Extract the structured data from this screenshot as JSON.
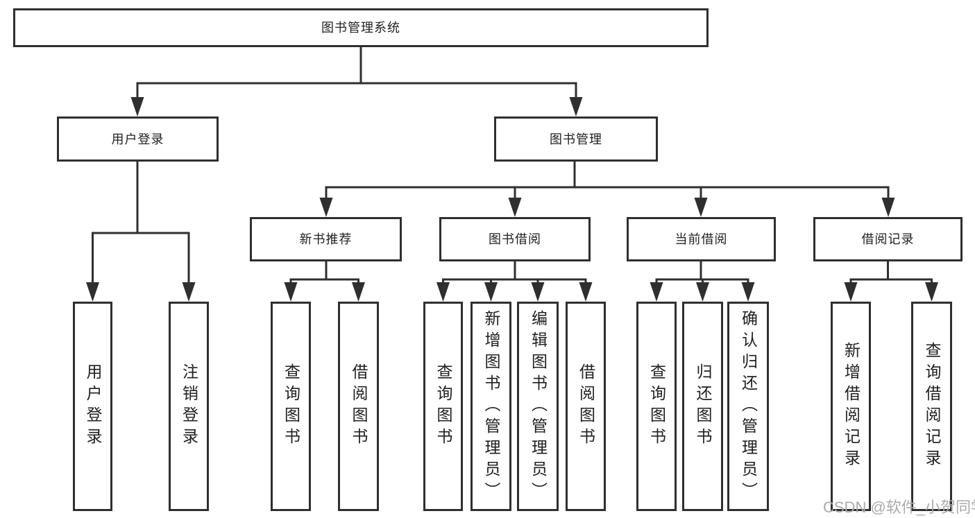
{
  "diagram": {
    "title": "图书管理系统",
    "level2": [
      {
        "label": "用户登录"
      },
      {
        "label": "图书管理"
      }
    ],
    "level3": [
      {
        "label": "新书推荐"
      },
      {
        "label": "图书借阅"
      },
      {
        "label": "当前借阅"
      },
      {
        "label": "借阅记录"
      }
    ],
    "groups": {
      "user_login": {
        "leaves": [
          "用户登录",
          "注销登录"
        ]
      },
      "new_books": {
        "leaves": [
          "查询图书",
          "借阅图书"
        ]
      },
      "book_borrow": {
        "leaves": [
          "查询图书",
          "新增图书（管理员）",
          "编辑图书（管理员）",
          "借阅图书"
        ]
      },
      "current_borrow": {
        "leaves": [
          "查询图书",
          "归还图书",
          "确认归还（管理员）"
        ]
      },
      "borrow_records": {
        "leaves": [
          "新增借阅记录",
          "查询借阅记录"
        ]
      }
    },
    "watermark": "CSDN @软件_小贺同学",
    "colors": {
      "line": "#2f2f2f",
      "text": "#1f1f1f",
      "watermark": "#ababab",
      "background": "#ffffff"
    }
  }
}
